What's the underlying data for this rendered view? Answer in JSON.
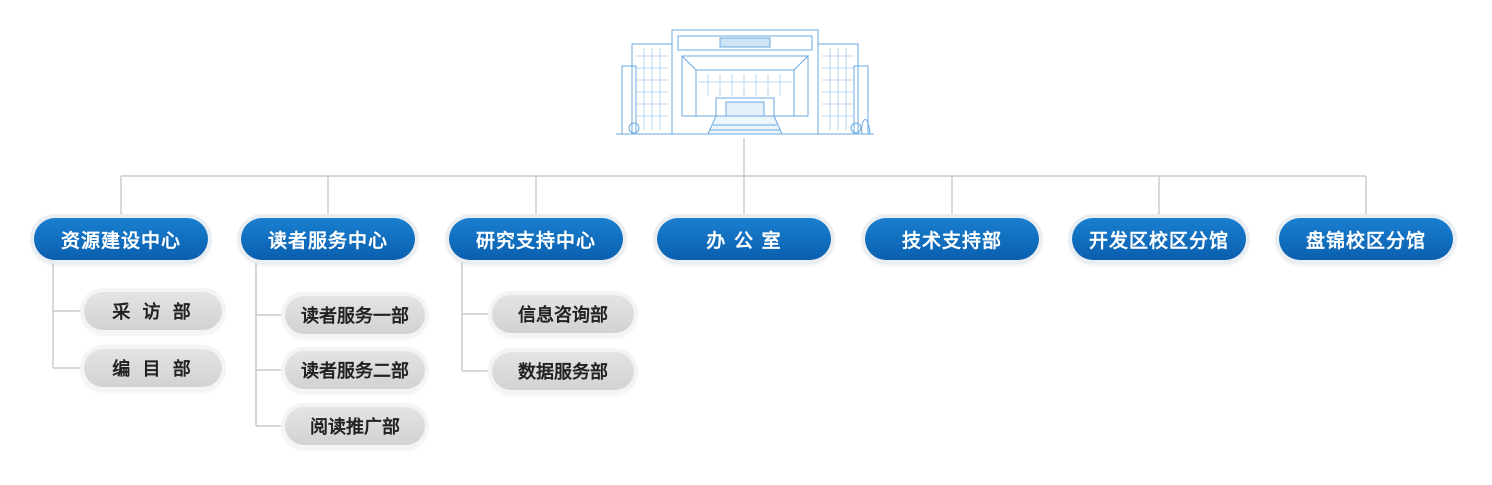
{
  "root": {
    "image": "library-building"
  },
  "departments": [
    {
      "label": "资源建设中心",
      "children": [
        {
          "label": "采 访 部"
        },
        {
          "label": "编 目 部"
        }
      ]
    },
    {
      "label": "读者服务中心",
      "children": [
        {
          "label": "读者服务一部"
        },
        {
          "label": "读者服务二部"
        },
        {
          "label": "阅读推广部"
        }
      ]
    },
    {
      "label": "研究支持中心",
      "children": [
        {
          "label": "信息咨询部"
        },
        {
          "label": "数据服务部"
        }
      ]
    },
    {
      "label": "办 公 室",
      "children": []
    },
    {
      "label": "技术支持部",
      "children": []
    },
    {
      "label": "开发区校区分馆",
      "children": []
    },
    {
      "label": "盘锦校区分馆",
      "children": []
    }
  ],
  "colors": {
    "dept_fill": "#0a66b8",
    "sub_fill": "#d8d8d8",
    "line": "#cccccc",
    "building_line": "#6aa8e0"
  }
}
